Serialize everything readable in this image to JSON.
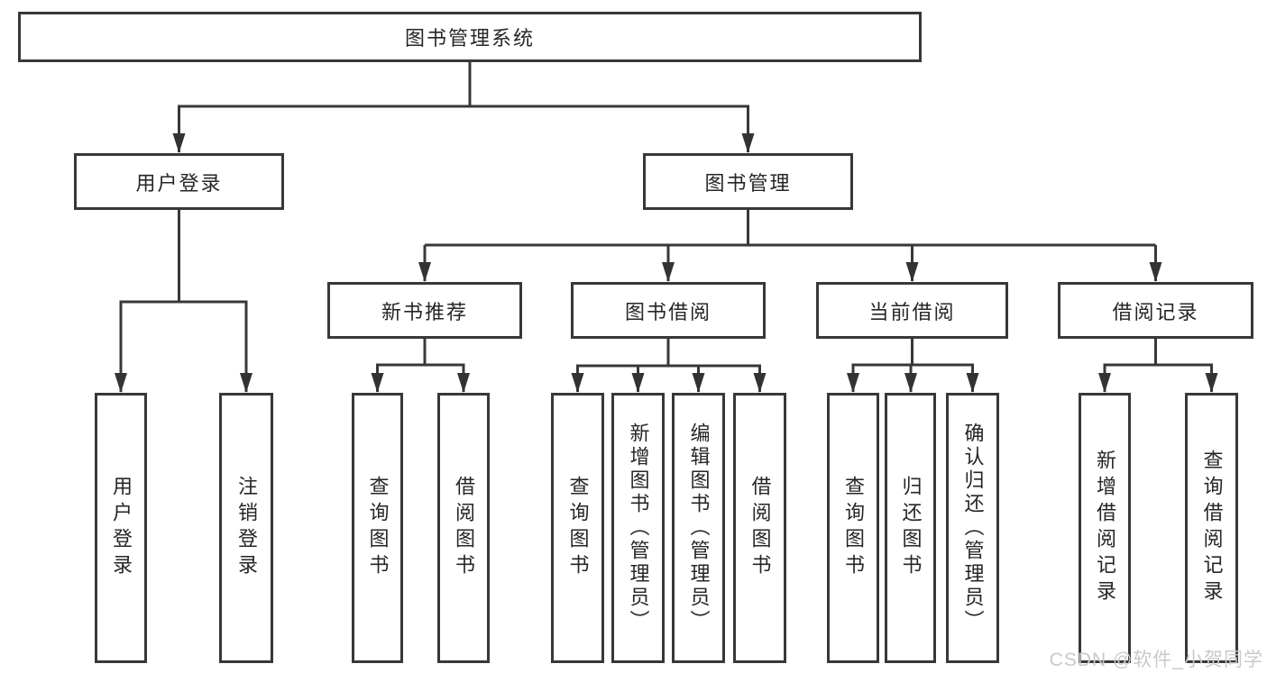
{
  "diagram_type": "hierarchy-tree",
  "colors": {
    "line": "#383838",
    "box_border": "#383838",
    "text": "#262626",
    "background": "#ffffff",
    "watermark": "#c9c9c9"
  },
  "watermark": {
    "text": "CSDN @软件_小贺同学"
  },
  "tree": {
    "root": {
      "label": "图书管理系统",
      "children": [
        {
          "label": "用户登录",
          "children": [
            {
              "label": "用户登录"
            },
            {
              "label": "注销登录"
            }
          ]
        },
        {
          "label": "图书管理",
          "children": [
            {
              "label": "新书推荐",
              "children": [
                {
                  "label": "查询图书"
                },
                {
                  "label": "借阅图书"
                }
              ]
            },
            {
              "label": "图书借阅",
              "children": [
                {
                  "label": "查询图书"
                },
                {
                  "label": "新增图书（管理员）"
                },
                {
                  "label": "编辑图书（管理员）"
                },
                {
                  "label": "借阅图书"
                }
              ]
            },
            {
              "label": "当前借阅",
              "children": [
                {
                  "label": "查询图书"
                },
                {
                  "label": "归还图书"
                },
                {
                  "label": "确认归还（管理员）"
                }
              ]
            },
            {
              "label": "借阅记录",
              "children": [
                {
                  "label": "新增借阅记录"
                },
                {
                  "label": "查询借阅记录"
                }
              ]
            }
          ]
        }
      ]
    }
  }
}
